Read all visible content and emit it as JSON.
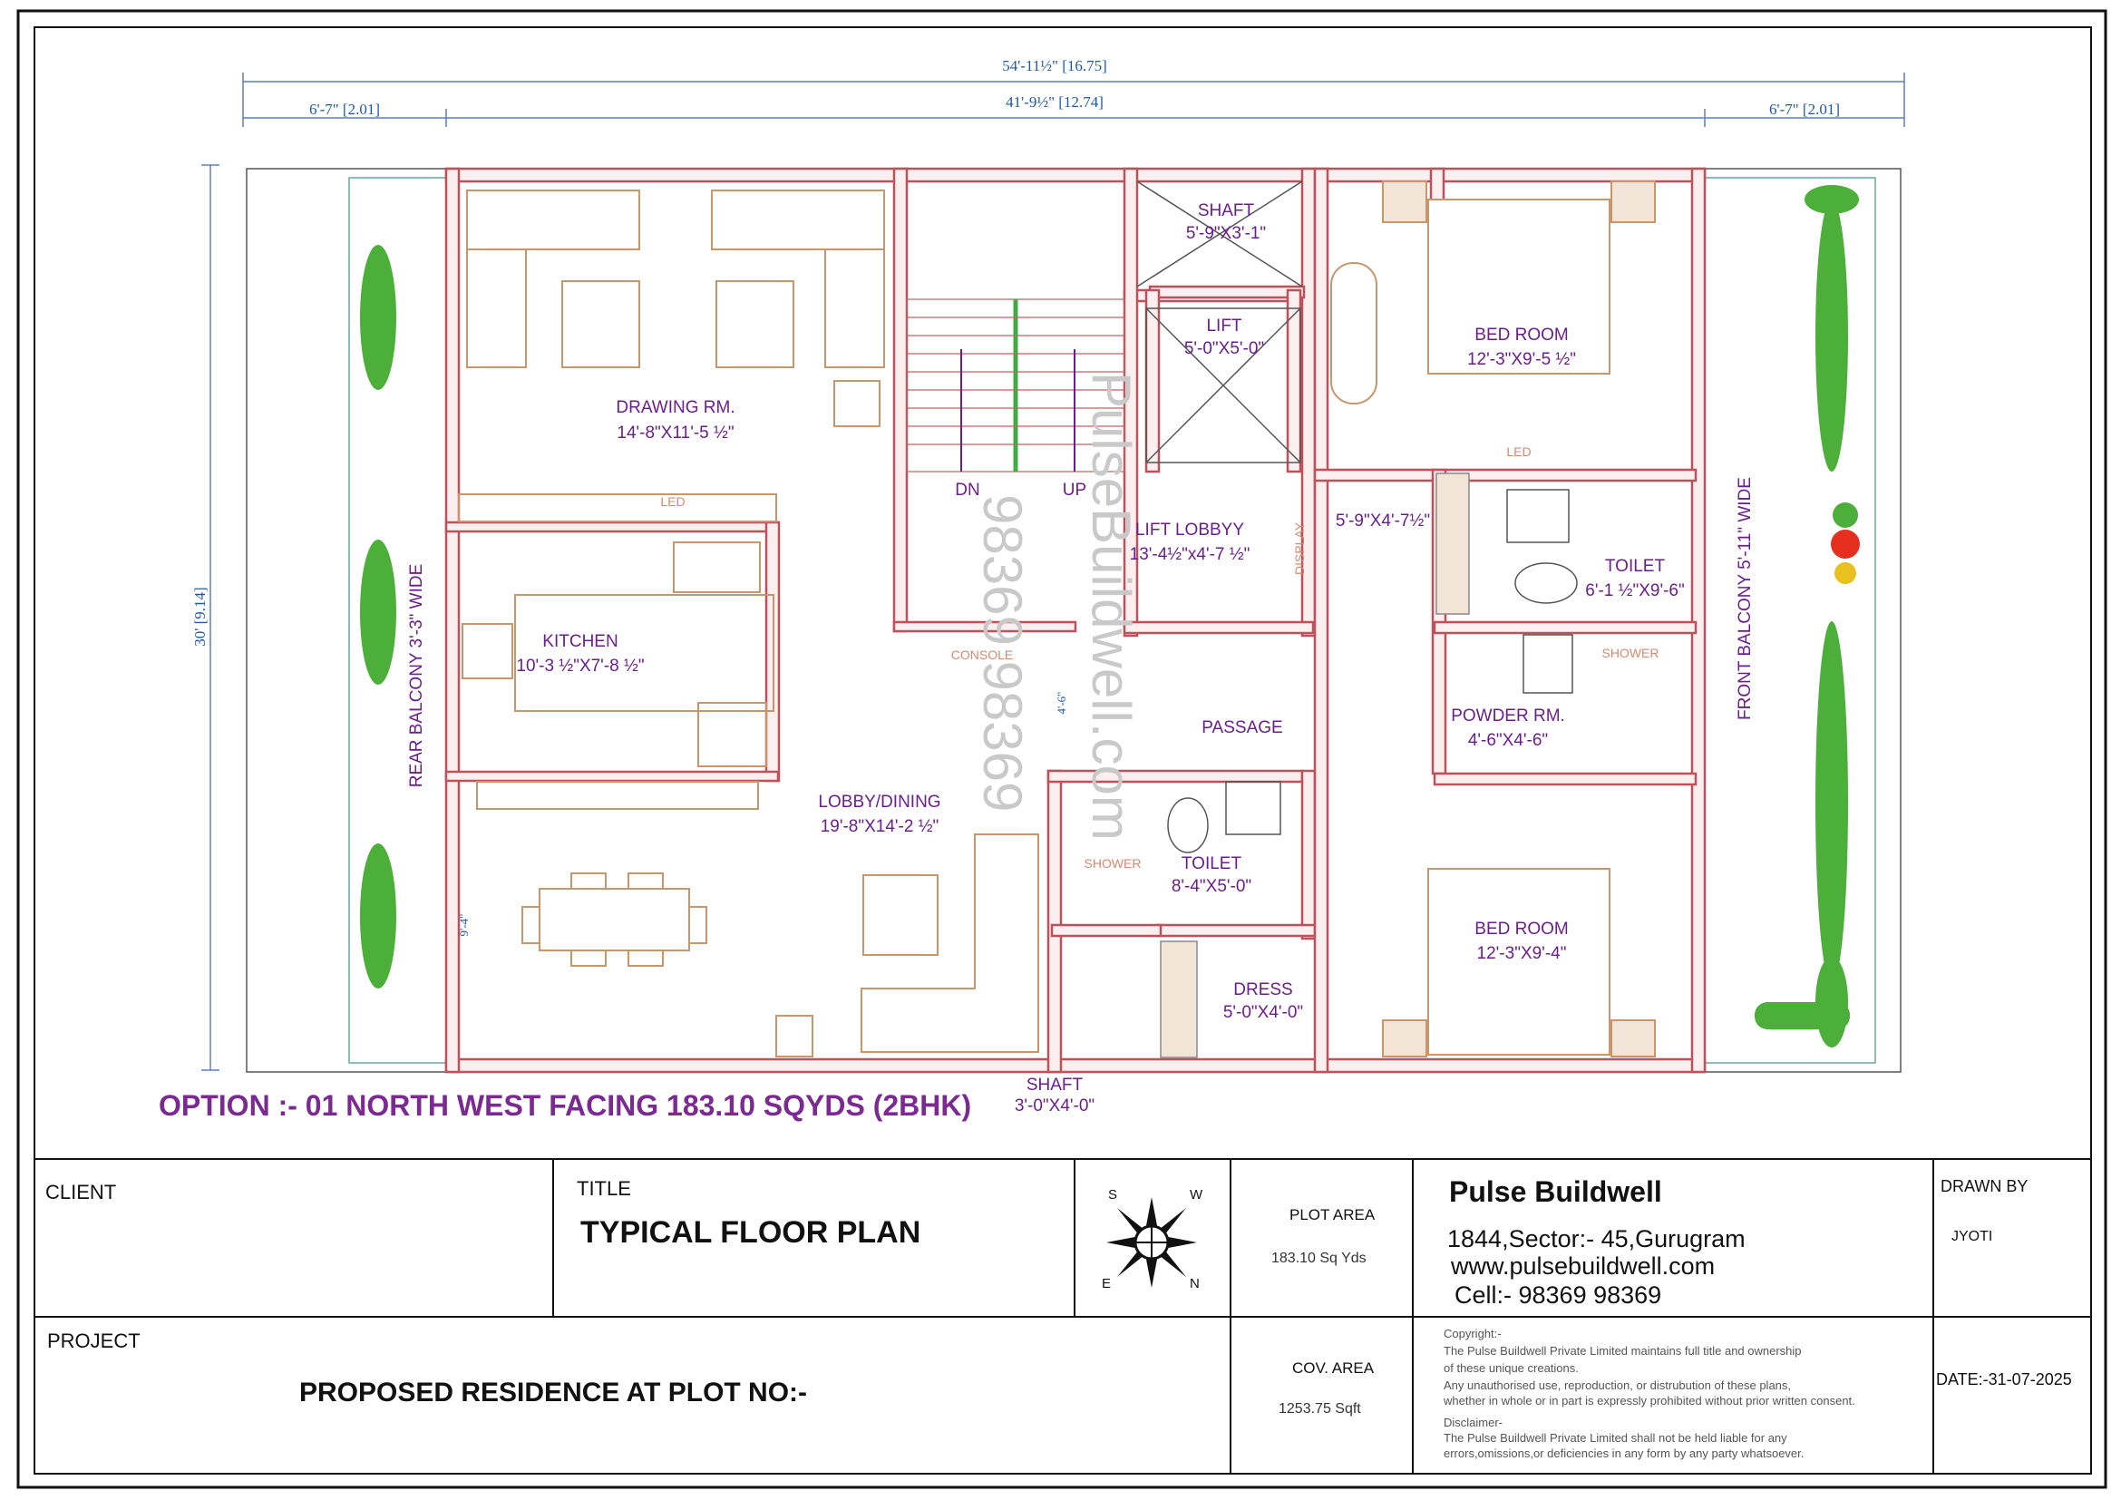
{
  "dimensions": {
    "overall": "54'-11½\" [16.75]",
    "left": "6'-7\" [2.01]",
    "middle": "41'-9½\" [12.74]",
    "right": "6'-7\" [2.01]",
    "depth": "30' [9.14]",
    "door_gap": "4'-6\"",
    "dining_gap": "9'-4\""
  },
  "rooms": {
    "drawing": {
      "name": "DRAWING RM.",
      "size": "14'-8\"X11'-5 ½\""
    },
    "kitchen": {
      "name": "KITCHEN",
      "size": "10'-3 ½\"X7'-8 ½\""
    },
    "lobby_dining": {
      "name": "LOBBY/DINING",
      "size": "19'-8\"X14'-2 ½\""
    },
    "shaft_top": {
      "name": "SHAFT",
      "size": "5'-9\"X3'-1\""
    },
    "lift": {
      "name": "LIFT",
      "size": "5'-0\"X5'-0\""
    },
    "lift_lobby": {
      "name": "LIFT LOBBYY",
      "size": "13'-4½\"x4'-7 ½\""
    },
    "bed1": {
      "name": "BED ROOM",
      "size": "12'-3\"X9'-5 ½\""
    },
    "bed2": {
      "name": "BED ROOM",
      "size": "12'-3\"X9'-4\""
    },
    "toilet1": {
      "name": "TOILET",
      "size": "6'-1 ½\"X9'-6\""
    },
    "toilet2": {
      "name": "TOILET",
      "size": "8'-4\"X5'-0\""
    },
    "powder": {
      "name": "POWDER RM.",
      "size": "4'-6\"X4'-6\""
    },
    "passage": {
      "name": "PASSAGE"
    },
    "passage_size": "5'-9\"X4'-7½\"",
    "dress": {
      "name": "DRESS",
      "size": "5'-0\"X4'-0\""
    },
    "shaft_bottom": {
      "name": "SHAFT",
      "size": "3'-0\"X4'-0\""
    },
    "rear_balcony": "REAR  BALCONY 3'-3\" WIDE",
    "front_balcony": "FRONT  BALCONY 5'-11\" WIDE"
  },
  "labels": {
    "dn": "DN",
    "up": "UP",
    "led1": "LED",
    "led2": "LED",
    "console": "CONSOLE",
    "display": "DISPLAY",
    "shower1": "SHOWER",
    "shower2": "SHOWER"
  },
  "watermark": {
    "line1": "PulseBuildwell.com",
    "line2": "98369 98369"
  },
  "option_text": "OPTION :- 01 NORTH WEST  FACING 183.10 SQYDS (2BHK)",
  "title_block": {
    "client_label": "CLIENT",
    "title_label": "TITLE",
    "title_value": "TYPICAL  FLOOR PLAN",
    "compass": {
      "n": "N",
      "s": "S",
      "e": "E",
      "w": "W"
    },
    "plot_area_label": "PLOT AREA",
    "plot_area_value": "183.10 Sq Yds",
    "cov_area_label": "COV. AREA",
    "cov_area_value": "1253.75 Sqft",
    "company": "Pulse Buildwell",
    "address": "1844,Sector:- 45,Gurugram",
    "website": "www.pulsebuildwell.com",
    "cell": "Cell:- 98369 98369",
    "drawn_by_label": "DRAWN BY",
    "drawn_by_value": "JYOTI",
    "project_label": "PROJECT",
    "project_value": "PROPOSED RESIDENCE AT PLOT NO:-",
    "date": "DATE:-31-07-2025",
    "copyright": [
      "Copyright:-",
      "The Pulse Buildwell Private Limited maintains full title and ownership",
      " of these unique creations.",
      "Any unauthorised use, reproduction, or distrubution of these plans,",
      "whether in whole or in part is expressly prohibited without prior written consent.",
      "Disclaimer-",
      "The Pulse Buildwell Private Limited shall not be held liable for any",
      "errors,omissions,or deficiencies in any form by any party whatsoever."
    ]
  },
  "colors": {
    "wall": "#c0505a",
    "room_text": "#6b1f8c",
    "dim": "#1f5aa8",
    "plant": "#4caf3a"
  }
}
